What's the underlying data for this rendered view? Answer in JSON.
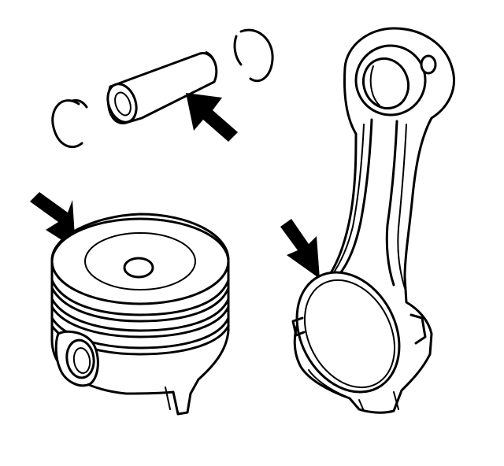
{
  "figure": {
    "parts": [
      "piston-pin",
      "pin-retainer-clips",
      "piston",
      "connecting-rod"
    ],
    "callout_arrows": 3,
    "colors": {
      "line": "#000000",
      "background": "#ffffff"
    }
  }
}
